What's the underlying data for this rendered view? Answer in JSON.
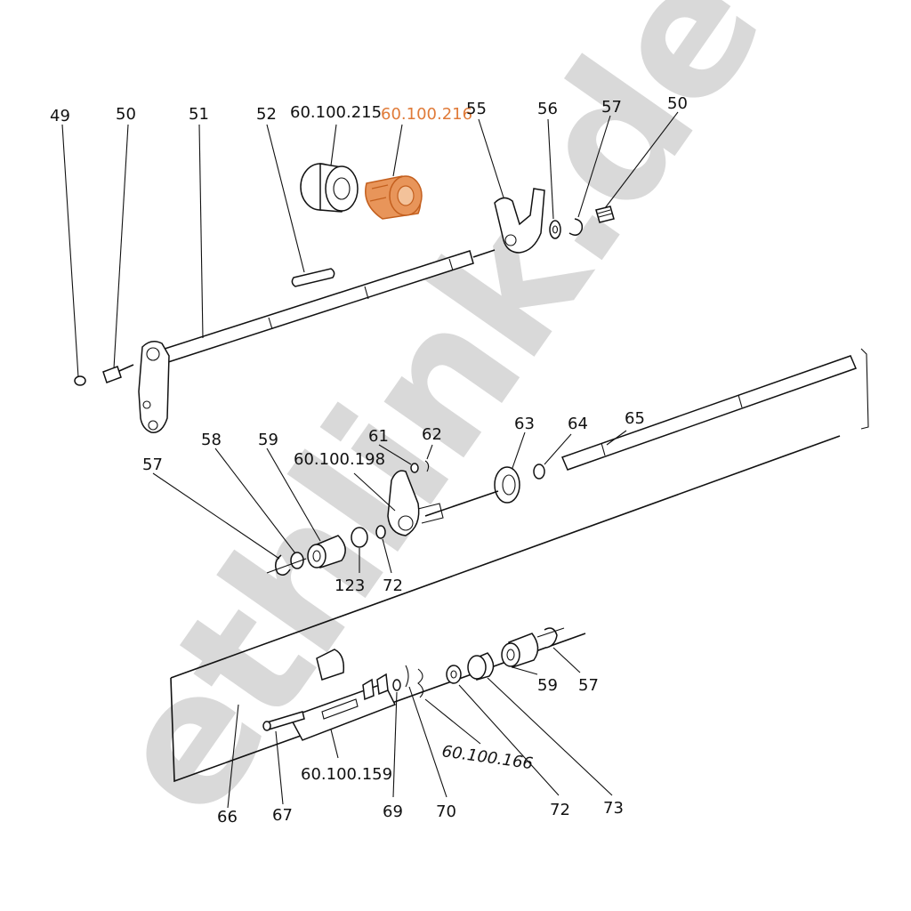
{
  "watermark": "ethlink.de",
  "highlight_color": "#e07b39",
  "labels": {
    "l49": "49",
    "l50a": "50",
    "l51": "51",
    "l52": "52",
    "l60100215": "60.100.215",
    "l60100216": "60.100.216",
    "l55": "55",
    "l56": "56",
    "l57a": "57",
    "l50b": "50",
    "l58": "58",
    "l59a": "59",
    "l60100198": "60.100.198",
    "l61": "61",
    "l62": "62",
    "l63": "63",
    "l64": "64",
    "l65": "65",
    "l57b": "57",
    "l123": "123",
    "l72a": "72",
    "l59b": "59",
    "l57c": "57",
    "l60100166": "60.100.166",
    "l60100159": "60.100.159",
    "l66": "66",
    "l67": "67",
    "l69": "69",
    "l70": "70",
    "l72b": "72",
    "l73": "73"
  }
}
